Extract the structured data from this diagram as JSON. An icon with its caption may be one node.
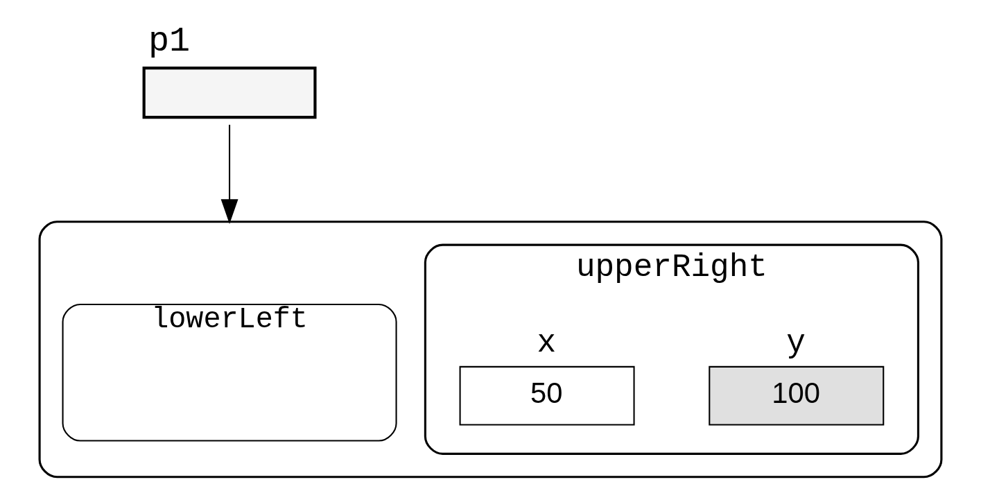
{
  "diagram": {
    "nodes": [
      {
        "text": [
          "p1"
        ]
      },
      {
        "text": [],
        "shape": "box"
      },
      {
        "text": [
          "lowerLeft"
        ],
        "in": 1
      },
      {
        "text": [
          "upperRight"
        ],
        "in": 1
      },
      {
        "text": [
          "x",
          "50"
        ],
        "in": 3
      },
      {
        "text": [
          "y",
          "100"
        ],
        "in": 3
      }
    ],
    "edges": [
      {
        "from": 0,
        "to": 1,
        "arrow": "to"
      }
    ]
  }
}
